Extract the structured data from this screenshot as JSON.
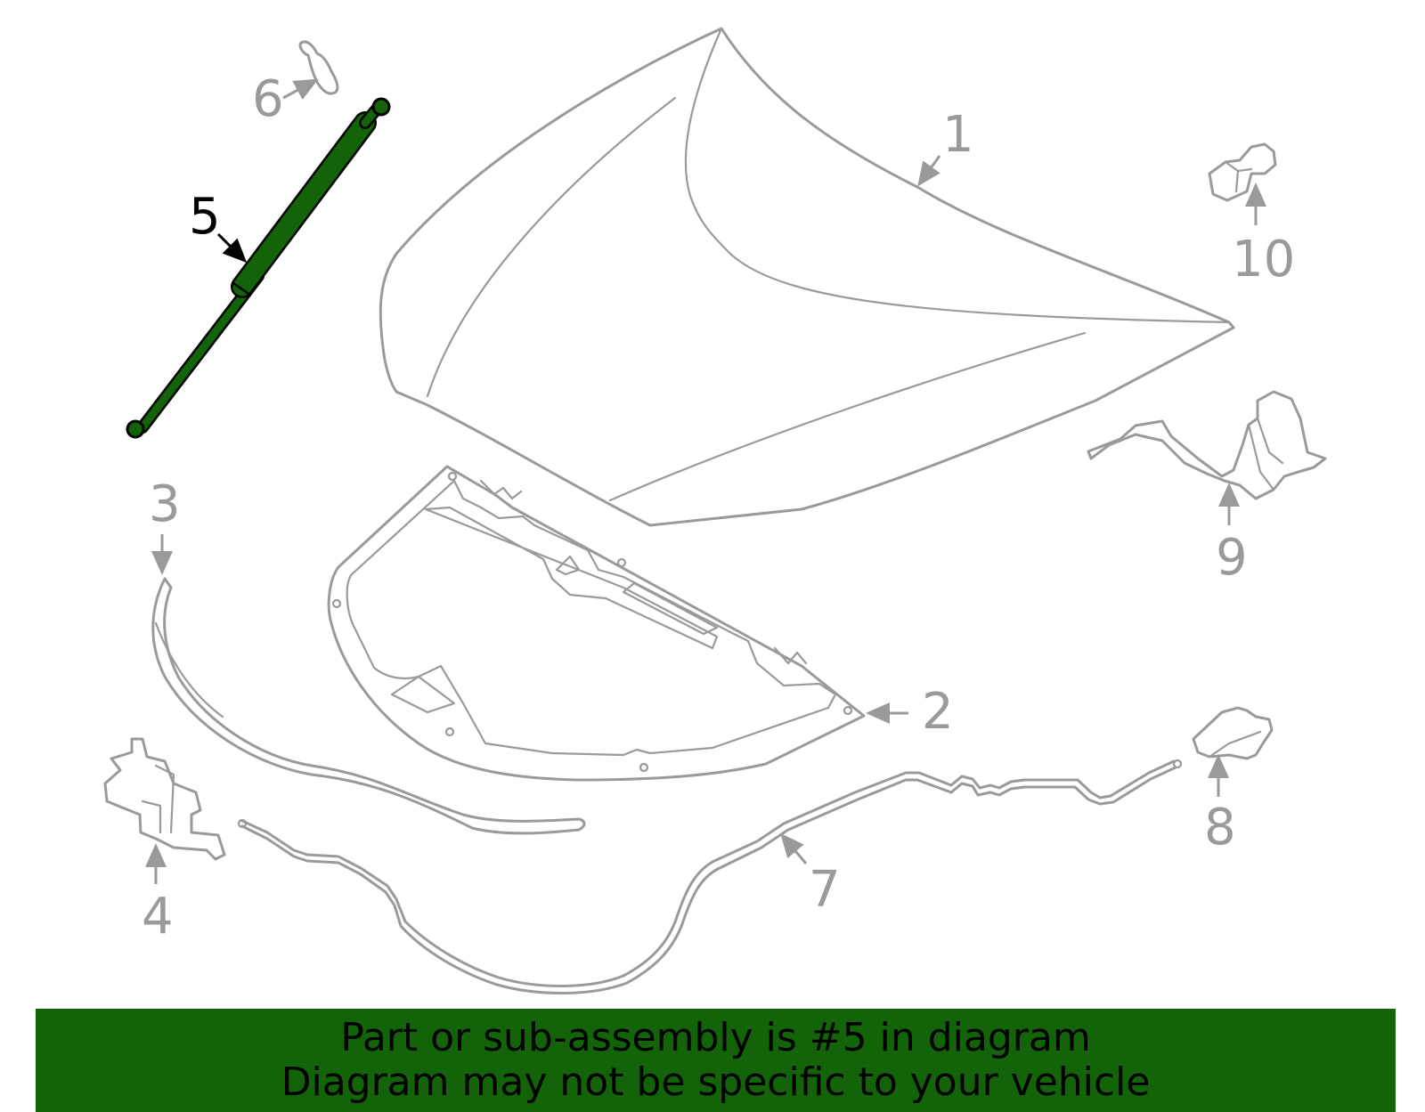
{
  "diagram": {
    "highlighted_part": "5",
    "highlight_color": "#136308",
    "callouts": [
      "1",
      "2",
      "3",
      "4",
      "5",
      "6",
      "7",
      "8",
      "9",
      "10"
    ]
  },
  "banner": {
    "line1": "Part or sub-assembly is #5 in diagram",
    "line2": "Diagram may not be specific to your vehicle",
    "background_color": "#136308"
  }
}
